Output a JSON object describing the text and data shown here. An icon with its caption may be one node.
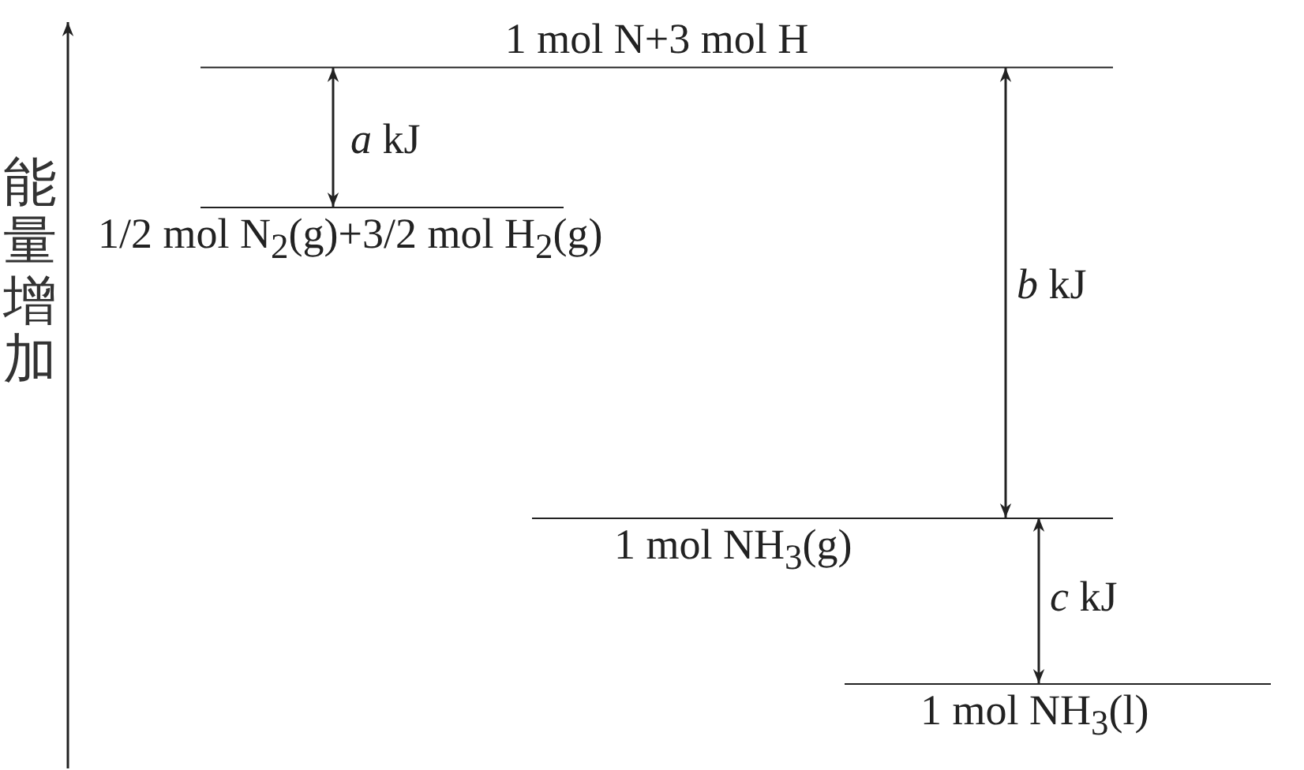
{
  "diagram": {
    "nodes": [
      {
        "text": [
          "1 mol N+3 mol H"
        ]
      },
      {
        "text": [
          "1/2 mol N$_{2}$(g)+3/2 mol H$_{2}$(g)"
        ]
      },
      {
        "text": [
          "1 mol NH$_{3}$(g)"
        ]
      },
      {
        "text": [
          "1 mol NH$_{3}$(l)"
        ]
      }
    ],
    "edges": [
      {
        "from": 0,
        "to": 1,
        "arrow": "both",
        "label": "*a* kJ"
      },
      {
        "from": 0,
        "to": 2,
        "arrow": "both",
        "label": "*b* kJ"
      },
      {
        "from": 2,
        "to": 3,
        "arrow": "both",
        "label": "*c* kJ"
      }
    ],
    "labels": [
      "能量增加"
    ]
  }
}
